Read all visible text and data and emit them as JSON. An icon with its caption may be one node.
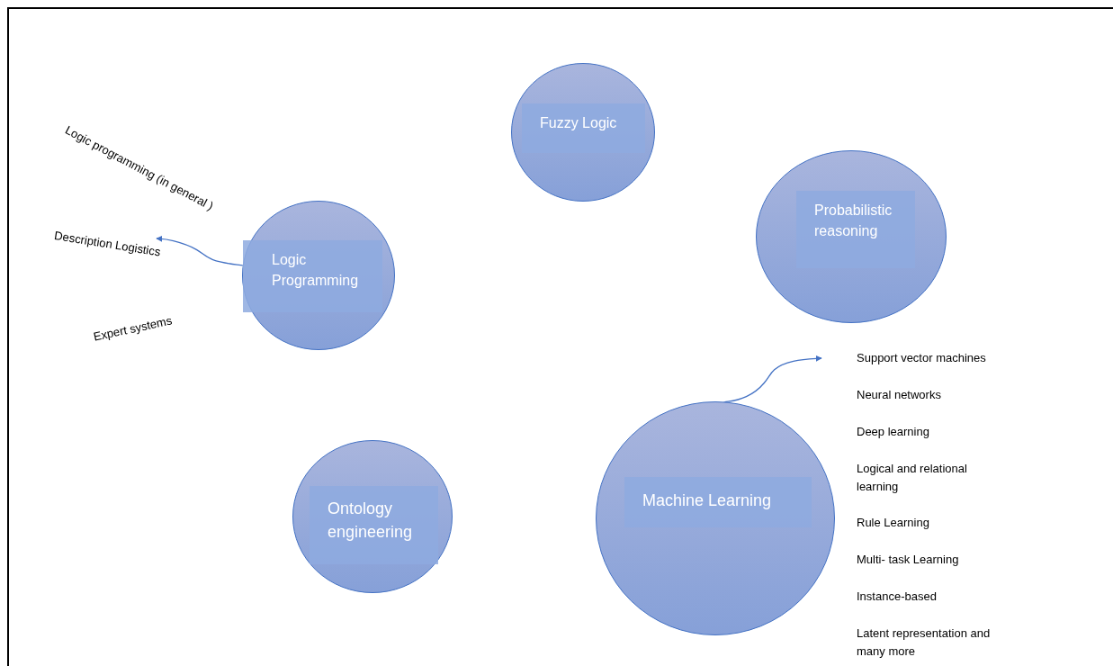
{
  "diagram": {
    "nodes": [
      {
        "text": [
          "Fuzzy Logic"
        ]
      },
      {
        "text": [
          "Logic Programming"
        ]
      },
      {
        "text": [
          "Probabilistic reasoning"
        ]
      },
      {
        "text": [
          "Ontology engineering"
        ]
      },
      {
        "text": [
          "Machine Learning"
        ]
      },
      {
        "text": [
          "Description Logistics"
        ]
      }
    ],
    "edges": [
      {
        "from": 1,
        "to": 5,
        "arrow": "to"
      },
      {
        "from": 4,
        "to": null,
        "arrow": "to"
      }
    ],
    "labels": [
      "Logic programming (in general )",
      "Expert systems",
      "Support vector machines",
      "Neural networks",
      "Deep learning",
      "Logical and relational learning",
      "Rule Learning",
      "Multi- task Learning",
      "Instance-based",
      "Latent representation and many more"
    ]
  }
}
